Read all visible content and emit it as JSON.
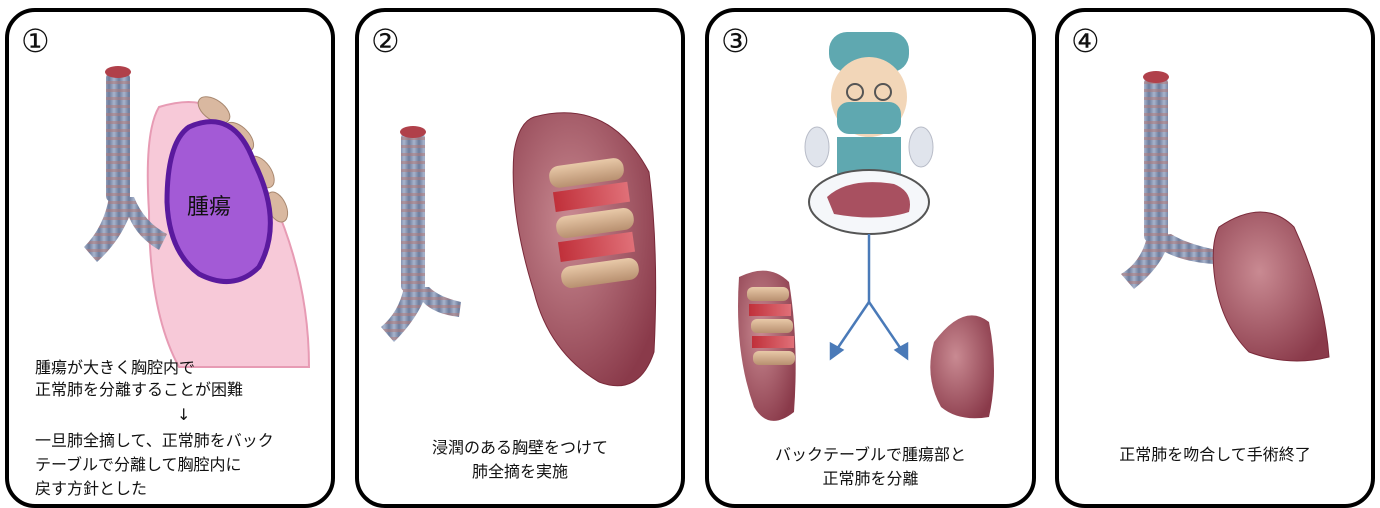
{
  "panels": [
    {
      "number": "①",
      "tumor_label": "腫瘍",
      "caption_lines": [
        "腫瘍が大きく胸腔内で",
        "正常肺を分離することが困難",
        "↓",
        "一旦肺全摘して、正常肺をバック",
        "テーブルで分離して胸腔内に",
        "戻す方針とした"
      ]
    },
    {
      "number": "②",
      "caption_lines": [
        "浸潤のある胸壁をつけて",
        "肺全摘を実施"
      ]
    },
    {
      "number": "③",
      "caption_lines": [
        "バックテーブルで腫瘍部と",
        "正常肺を分離"
      ]
    },
    {
      "number": "④",
      "caption_lines": [
        "正常肺を吻合して手術終了"
      ]
    }
  ],
  "colors": {
    "border": "#000000",
    "tumor_fill": "#a35ad6",
    "tumor_outline": "#5a1a9e",
    "chest_cavity": "#f7c9d8",
    "lung": "#b05a6a",
    "trachea": "#8090b0",
    "arrow": "#4a7ab8"
  }
}
